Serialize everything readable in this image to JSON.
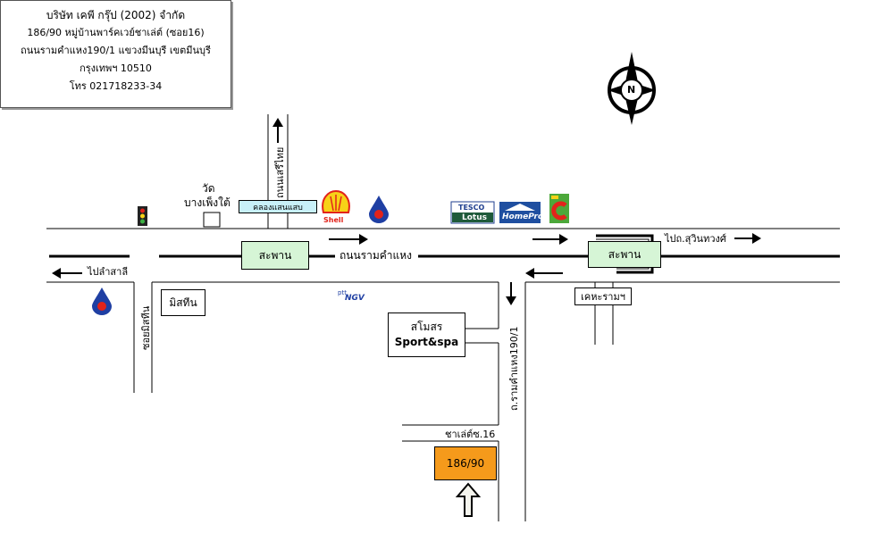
{
  "info": {
    "company": "บริษัท เคพี กรุ๊ป (2002) จำกัด",
    "line1": "186/90 หมู่บ้านพาร์คเวย์ชาเล่ต์ (ซอย16)",
    "line2": "ถนนรามคำแหง190/1 แขวงมีนบุรี เขตมีนบุรี",
    "line3": "กรุงเทพฯ 10510",
    "phone": "โทร 021718233-34"
  },
  "compass": {
    "letter": "N"
  },
  "labels": {
    "temple_line1": "วัด",
    "temple_line2": "บางเพ็งใต้",
    "canal_sign": "คลองแสนแสบ",
    "road_serithai": "ถนนเสรีไทย",
    "bridge_left": "สะพาน",
    "road_ramkhamhaeng": "ถนนรามคำแหง",
    "bridge_right": "สะพาน",
    "to_sukhumvit": "ไปถ.สุวินทวงศ์",
    "to_lamsali": "ไปลำสาลี",
    "soi_mistin": "ซอยมิสทีน",
    "mistine": "มิสทีน",
    "community_house": "เคหะรามฯ",
    "club_line1": "สโมสร",
    "club_line2": "Sport&spa",
    "road_ram190": "ถ.รามคำแหง190/1",
    "chalet_soi": "ชาเล่ต์ซ.16",
    "destination": "186/90"
  },
  "logos": {
    "shell": "Shell",
    "tesco_top": "TESCO",
    "tesco_bottom": "Lotus",
    "homepro": "HomePro",
    "ptt_top": "ptt",
    "ptt_bottom": "NGV"
  },
  "colors": {
    "bridge_fill": "#d6f5d6",
    "canal_sign_fill": "#c8f0f8",
    "destination_fill": "#f59a1b",
    "shell_yellow": "#f7d117",
    "shell_red": "#e2231a",
    "ptt_blue": "#1f3fa3",
    "ptt_red": "#e2231a",
    "tesco_blue": "#1f3f8f",
    "homepro_blue": "#1f4fa0",
    "bigc_green": "#4ca83a",
    "bigc_red": "#e2231a"
  }
}
